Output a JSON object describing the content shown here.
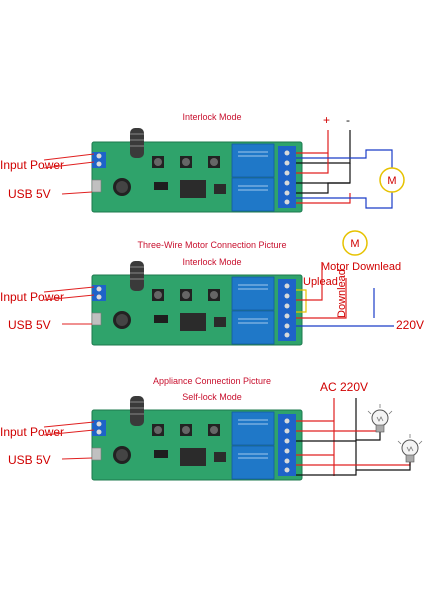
{
  "panels": [
    {
      "captions": [
        "Interlock Mode"
      ],
      "input_power_label": "Input Power",
      "usb_label": "USB 5V",
      "plus_sign": "+",
      "minus_sign": "-",
      "motor_symbol": "M"
    },
    {
      "captions": [
        "Three-Wire Motor Connection Picture",
        "Interlock Mode"
      ],
      "input_power_label": "Input Power",
      "usb_label": "USB 5V",
      "motor_symbol": "M",
      "motor_downlead_label": "Motor Downlead",
      "uplead_label": "Uplead",
      "downlead_label": "Downlead",
      "voltage_label": "220V"
    },
    {
      "captions": [
        "Appliance Connection Picture",
        "Self-lock Mode"
      ],
      "input_power_label": "Input Power",
      "usb_label": "USB 5V",
      "ac_label": "AC 220V"
    }
  ],
  "colors": {
    "board": "#2fa36b",
    "relay": "#1f78c8",
    "terminal": "#1e63c8",
    "wire_red": "#e02020",
    "wire_black": "#111111",
    "wire_blue": "#1a3cc8",
    "label": "#d00000"
  }
}
